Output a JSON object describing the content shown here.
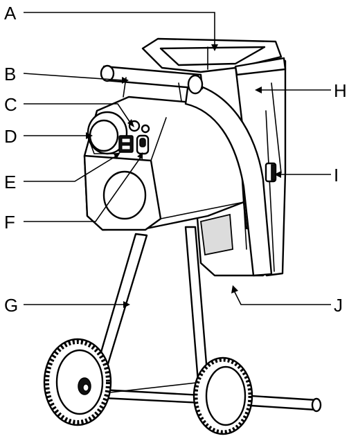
{
  "callouts": [
    {
      "key": "hopper",
      "letter": "A"
    },
    {
      "key": "handle",
      "letter": "B"
    },
    {
      "key": "indicator",
      "letter": "C"
    },
    {
      "key": "motor-knob",
      "letter": "D"
    },
    {
      "key": "switch",
      "letter": "E"
    },
    {
      "key": "reset-button",
      "letter": "F"
    },
    {
      "key": "frame-leg",
      "letter": "G"
    },
    {
      "key": "chute-body",
      "letter": "H"
    },
    {
      "key": "side-knob",
      "letter": "I"
    },
    {
      "key": "collection-box",
      "letter": "J"
    }
  ]
}
